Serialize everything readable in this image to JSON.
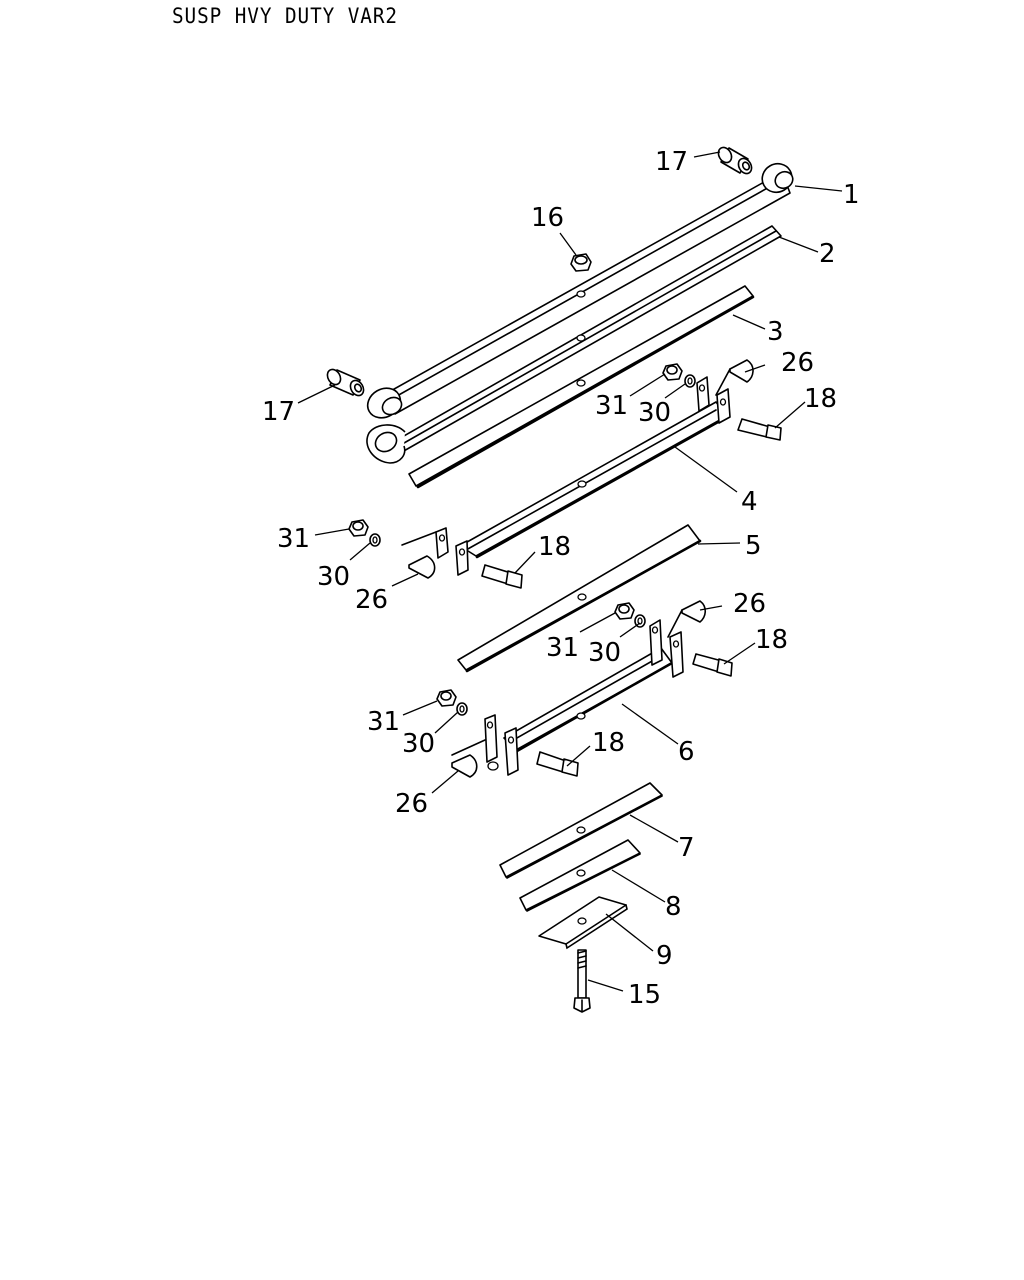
{
  "title": "SUSP HVY DUTY VAR2",
  "callouts": {
    "c1": "1",
    "c2": "2",
    "c3": "3",
    "c4": "4",
    "c5": "5",
    "c6": "6",
    "c7": "7",
    "c8": "8",
    "c9": "9",
    "c15": "15",
    "c16": "16",
    "c17a": "17",
    "c17b": "17",
    "c18a": "18",
    "c18b": "18",
    "c18c": "18",
    "c18d": "18",
    "c26a": "26",
    "c26b": "26",
    "c26c": "26",
    "c26d": "26",
    "c30a": "30",
    "c30b": "30",
    "c30c": "30",
    "c30d": "30",
    "c31a": "31",
    "c31b": "31",
    "c31c": "31",
    "c31d": "31"
  }
}
